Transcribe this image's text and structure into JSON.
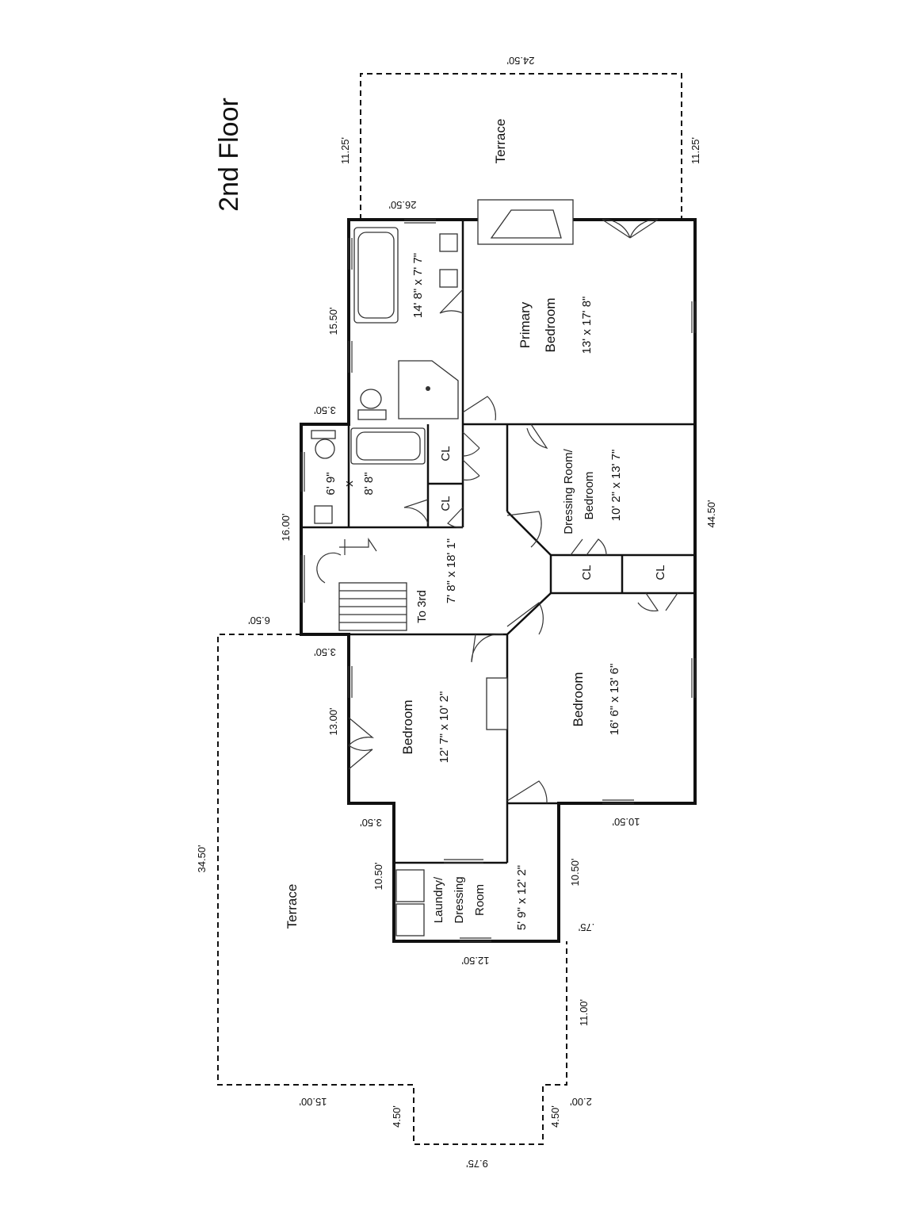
{
  "title": "2nd Floor",
  "rooms": {
    "primary_bedroom": {
      "name_line1": "Primary",
      "name_line2": "Bedroom",
      "size": "13' x 17' 8\""
    },
    "primary_bath": {
      "size": "14' 8\" x 7' 7\""
    },
    "hall_bath": {
      "size_line1": "6' 9\"",
      "size_line2": "x",
      "size_line3": "8' 8\""
    },
    "dressing_room": {
      "name_line1": "Dressing Room/",
      "name_line2": "Bedroom",
      "size": "10' 2\" x 13' 7\""
    },
    "hall": {
      "name": "To 3rd",
      "size": "7' 8\" x 18' 1\""
    },
    "bedroom_right": {
      "name": "Bedroom",
      "size": "16' 6\" x 13' 6\""
    },
    "bedroom_left": {
      "name": "Bedroom",
      "size": "12' 7\" x 10' 2\""
    },
    "laundry": {
      "name_line1": "Laundry/",
      "name_line2": "Dressing",
      "name_line3": "Room",
      "size": "5' 9\" x 12' 2\""
    },
    "closets": [
      "CL",
      "CL",
      "CL",
      "CL"
    ],
    "terrace_top": {
      "name": "Terrace"
    },
    "terrace_bottom": {
      "name": "Terrace"
    }
  },
  "dimensions": {
    "top_terrace_width": "24.50'",
    "top_terrace_depth_left": "11.25'",
    "top_terrace_depth_right": "11.25'",
    "house_top_width": "26.50'",
    "left_15_50": "15.50'",
    "left_3_50_a": "3.50'",
    "left_16_00": "16.00'",
    "left_6_50": "6.50'",
    "left_3_50_b": "3.50'",
    "left_13_00": "13.00'",
    "left_3_50_c": "3.50'",
    "left_10_50": "10.50'",
    "right_44_50": "44.50'",
    "right_10_50_top": "10.50'",
    "right_10_50_side": "10.50'",
    "right_0_75": ".75'",
    "laundry_bottom": "12.50'",
    "terrace_34_50": "34.50'",
    "terrace_11_00": "11.00'",
    "terrace_15_00": "15.00'",
    "terrace_4_50_left": "4.50'",
    "terrace_4_50_right": "4.50'",
    "terrace_2_00": "2.00'",
    "terrace_9_75": "9.75'"
  }
}
